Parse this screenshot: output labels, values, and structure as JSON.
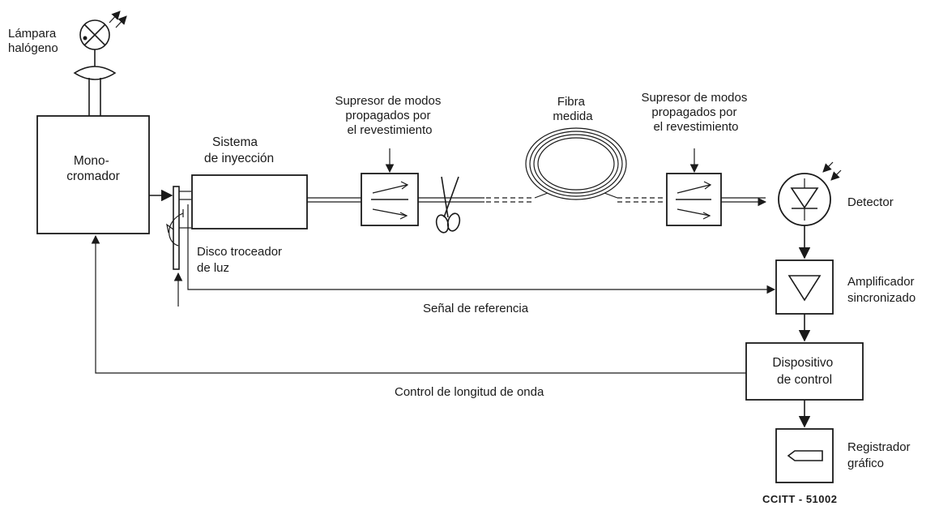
{
  "labels": {
    "lamp": [
      "Lámpara",
      "halógeno"
    ],
    "monochromator": [
      "Mono-",
      "cromador"
    ],
    "injection": [
      "Sistema",
      "de inyección"
    ],
    "suppressor_left": [
      "Supresor de modos",
      "propagados por",
      "el revestimiento"
    ],
    "fiber": [
      "Fibra",
      "medida"
    ],
    "suppressor_right": [
      "Supresor de modos",
      "propagados por",
      "el revestimiento"
    ],
    "detector": "Detector",
    "chopper": [
      "Disco troceador",
      "de luz"
    ],
    "amplifier": [
      "Amplificador",
      "sincronizado"
    ],
    "reference": "Señal de referencia",
    "control_device": [
      "Dispositivo",
      "de control"
    ],
    "wavelength_control": "Control de longitud de onda",
    "recorder": [
      "Registrador",
      "gráfico"
    ],
    "figure_code": "CCITT - 51002"
  }
}
